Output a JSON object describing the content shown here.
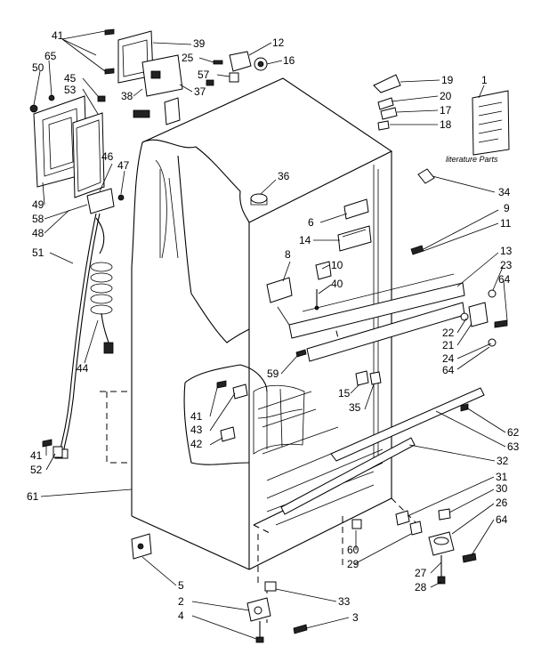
{
  "diagram": {
    "literature_caption": "literature Parts",
    "callouts": [
      {
        "id": "c1",
        "text": "1"
      },
      {
        "id": "c2",
        "text": "2"
      },
      {
        "id": "c3",
        "text": "3"
      },
      {
        "id": "c4",
        "text": "4"
      },
      {
        "id": "c5",
        "text": "5"
      },
      {
        "id": "c6",
        "text": "6"
      },
      {
        "id": "c8",
        "text": "8"
      },
      {
        "id": "c9",
        "text": "9"
      },
      {
        "id": "c10",
        "text": "10"
      },
      {
        "id": "c11",
        "text": "11"
      },
      {
        "id": "c12",
        "text": "12"
      },
      {
        "id": "c13",
        "text": "13"
      },
      {
        "id": "c14",
        "text": "14"
      },
      {
        "id": "c15",
        "text": "15"
      },
      {
        "id": "c16",
        "text": "16"
      },
      {
        "id": "c17",
        "text": "17"
      },
      {
        "id": "c18",
        "text": "18"
      },
      {
        "id": "c19",
        "text": "19"
      },
      {
        "id": "c20",
        "text": "20"
      },
      {
        "id": "c21",
        "text": "21"
      },
      {
        "id": "c22",
        "text": "22"
      },
      {
        "id": "c23",
        "text": "23"
      },
      {
        "id": "c24",
        "text": "24"
      },
      {
        "id": "c25",
        "text": "25"
      },
      {
        "id": "c26",
        "text": "26"
      },
      {
        "id": "c27",
        "text": "27"
      },
      {
        "id": "c28",
        "text": "28"
      },
      {
        "id": "c29",
        "text": "29"
      },
      {
        "id": "c30",
        "text": "30"
      },
      {
        "id": "c31",
        "text": "31"
      },
      {
        "id": "c32",
        "text": "32"
      },
      {
        "id": "c33",
        "text": "33"
      },
      {
        "id": "c34",
        "text": "34"
      },
      {
        "id": "c35",
        "text": "35"
      },
      {
        "id": "c36",
        "text": "36"
      },
      {
        "id": "c37",
        "text": "37"
      },
      {
        "id": "c38",
        "text": "38"
      },
      {
        "id": "c39",
        "text": "39"
      },
      {
        "id": "c40",
        "text": "40"
      },
      {
        "id": "c41a",
        "text": "41"
      },
      {
        "id": "c41b",
        "text": "41"
      },
      {
        "id": "c41c",
        "text": "41"
      },
      {
        "id": "c42",
        "text": "42"
      },
      {
        "id": "c43",
        "text": "43"
      },
      {
        "id": "c44",
        "text": "44"
      },
      {
        "id": "c45",
        "text": "45"
      },
      {
        "id": "c46",
        "text": "46"
      },
      {
        "id": "c47",
        "text": "47"
      },
      {
        "id": "c48",
        "text": "48"
      },
      {
        "id": "c49",
        "text": "49"
      },
      {
        "id": "c50",
        "text": "50"
      },
      {
        "id": "c51",
        "text": "51"
      },
      {
        "id": "c52",
        "text": "52"
      },
      {
        "id": "c53",
        "text": "53"
      },
      {
        "id": "c57",
        "text": "57"
      },
      {
        "id": "c58",
        "text": "58"
      },
      {
        "id": "c59",
        "text": "59"
      },
      {
        "id": "c60",
        "text": "60"
      },
      {
        "id": "c61",
        "text": "61"
      },
      {
        "id": "c62",
        "text": "62"
      },
      {
        "id": "c63",
        "text": "63"
      },
      {
        "id": "c64a",
        "text": "64"
      },
      {
        "id": "c64b",
        "text": "64"
      },
      {
        "id": "c64c",
        "text": "64"
      },
      {
        "id": "c65",
        "text": "65"
      }
    ]
  }
}
